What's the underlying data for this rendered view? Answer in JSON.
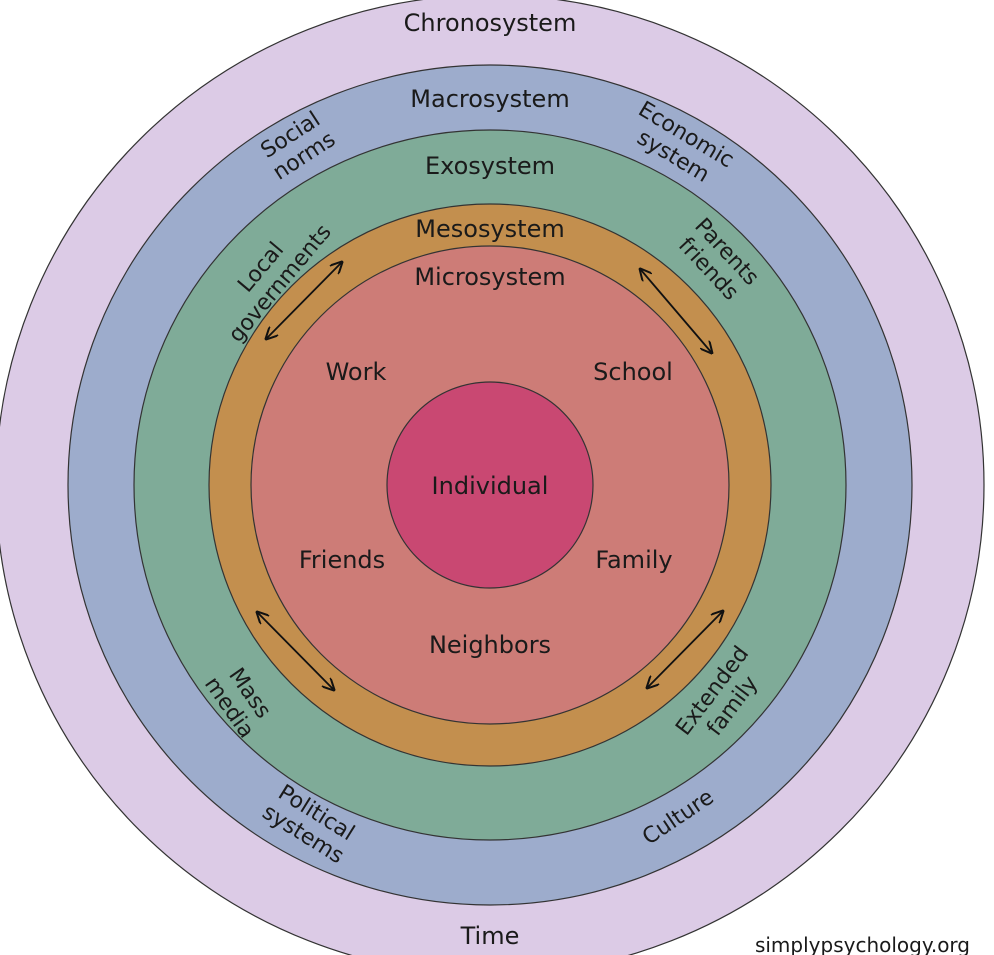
{
  "diagram": {
    "rings": {
      "chronosystem": {
        "label": "Chronosystem",
        "color": "#dccbe6"
      },
      "macrosystem": {
        "label": "Macrosystem",
        "color": "#9daccc"
      },
      "exosystem": {
        "label": "Exosystem",
        "color": "#7fab98"
      },
      "mesosystem": {
        "label": "Mesosystem",
        "color": "#c38f4e"
      },
      "microsystem": {
        "label": "Microsystem",
        "color": "#cd7c77"
      },
      "individual": {
        "label": "Individual",
        "color": "#c94872"
      }
    },
    "chronosystem_items": {
      "time": "Time"
    },
    "macrosystem_items": {
      "social_norms": [
        "Social",
        "norms"
      ],
      "economic_system": [
        "Economic",
        "system"
      ],
      "political_systems": [
        "Political",
        "systems"
      ],
      "culture": "Culture"
    },
    "exosystem_items": {
      "local_governments": [
        "Local",
        "governments"
      ],
      "parents_friends": [
        "Parents",
        "friends"
      ],
      "mass_media": [
        "Mass",
        "media"
      ],
      "extended_family": [
        "Extended",
        "family"
      ]
    },
    "microsystem_items": {
      "work": "Work",
      "school": "School",
      "friends": "Friends",
      "family": "Family",
      "neighbors": "Neighbors"
    },
    "watermark": "simplypsychology.org"
  }
}
